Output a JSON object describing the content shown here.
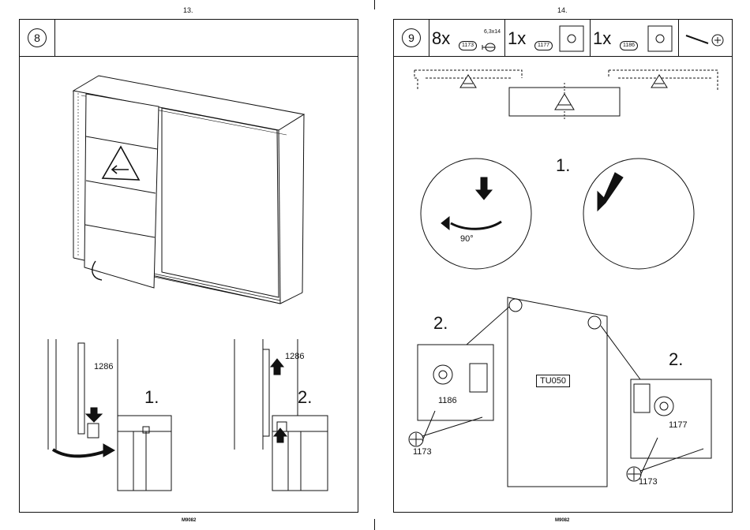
{
  "left_page": {
    "page_number": "13.",
    "step": "8",
    "substep_1": "1.",
    "substep_2": "2.",
    "part_label_a": "1286",
    "part_label_b": "1286",
    "footer": "M9082"
  },
  "right_page": {
    "page_number": "14.",
    "step": "9",
    "parts": [
      {
        "qty": "8x",
        "code": "1173",
        "size": "6,3x14"
      },
      {
        "qty": "1x",
        "code": "1177"
      },
      {
        "qty": "1x",
        "code": "1186"
      }
    ],
    "substep_1": "1.",
    "substep_2_left": "2.",
    "substep_2_right": "2.",
    "angle": "90°",
    "door_code": "TU050",
    "label_1186": "1186",
    "label_1173_left": "1173",
    "label_1177": "1177",
    "label_1173_right": "1173",
    "footer": "M9082"
  },
  "icons": [
    "warning-arrow-left-icon",
    "tool-screwdriver-icon",
    "screw-head-icon",
    "checkmark-icon",
    "warning-arrow-right-icon",
    "warning-arrow-both-icon"
  ]
}
